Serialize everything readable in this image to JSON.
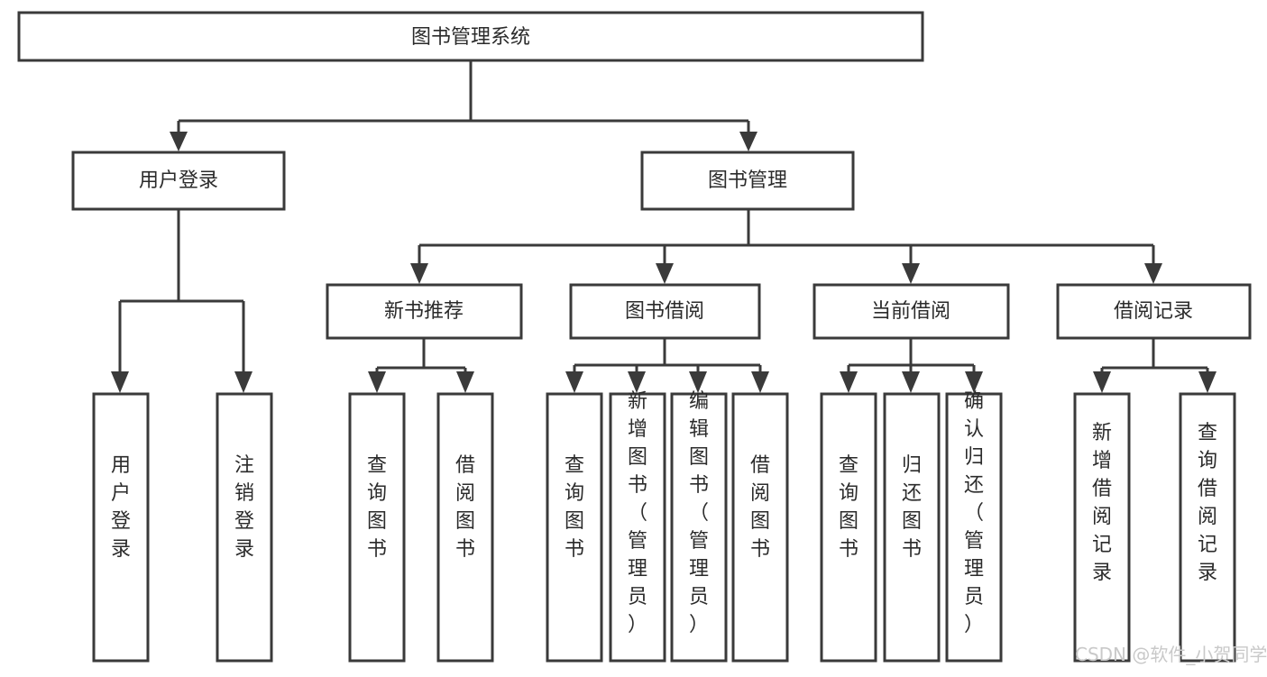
{
  "diagram": {
    "type": "tree-hierarchy-flowchart",
    "title": "图书管理系统",
    "colors": {
      "box_stroke": "#3a3a3a",
      "box_fill": "#ffffff",
      "text": "#2b2b2b",
      "connector": "#3a3a3a",
      "watermark": "#c9c9c9",
      "background": "#ffffff"
    },
    "root": {
      "label": "图书管理系统"
    },
    "level2": [
      {
        "label": "用户登录"
      },
      {
        "label": "图书管理"
      }
    ],
    "level3": [
      {
        "label": "新书推荐"
      },
      {
        "label": "图书借阅"
      },
      {
        "label": "当前借阅"
      },
      {
        "label": "借阅记录"
      }
    ],
    "leaves": {
      "user_login": [
        {
          "label": "用户登录"
        },
        {
          "label": "注销登录"
        }
      ],
      "new_book_recommend": [
        {
          "label": "查询图书"
        },
        {
          "label": "借阅图书"
        }
      ],
      "book_borrow": [
        {
          "label": "查询图书"
        },
        {
          "label": "新增图书（管理员）"
        },
        {
          "label": "编辑图书（管理员）"
        },
        {
          "label": "借阅图书"
        }
      ],
      "current_borrow": [
        {
          "label": "查询图书"
        },
        {
          "label": "归还图书"
        },
        {
          "label": "确认归还（管理员）"
        }
      ],
      "borrow_records": [
        {
          "label": "新增借阅记录"
        },
        {
          "label": "查询借阅记录"
        }
      ]
    }
  },
  "watermark": {
    "text": "CSDN @软件_小贺同学"
  }
}
